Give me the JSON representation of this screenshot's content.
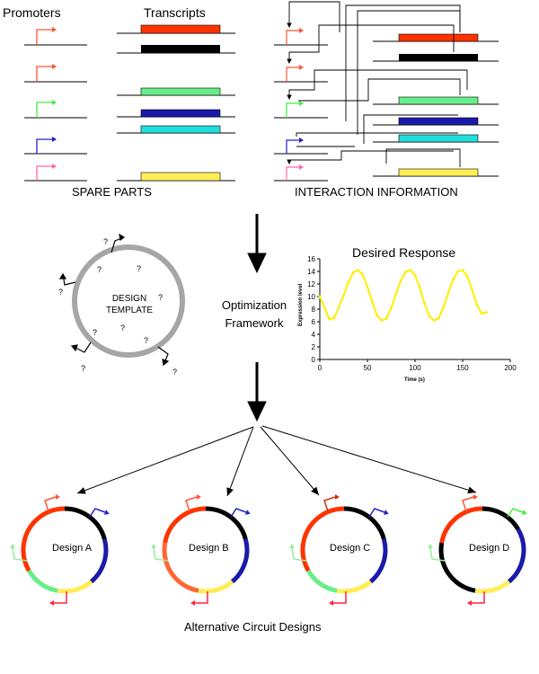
{
  "headers": {
    "promoters": "Promoters",
    "transcripts": "Transcripts"
  },
  "captions": {
    "spare_parts": "SPARE  PARTS",
    "interaction_info": "INTERACTION INFORMATION",
    "optimization": "Optimization\nFramework",
    "alternative_designs": "Alternative Circuit Designs"
  },
  "template": {
    "label_line1": "DESIGN",
    "label_line2": "TEMPLATE",
    "unknown_mark": "?"
  },
  "colors": {
    "orange": "#ff3300",
    "black": "#000000",
    "green": "#66ee88",
    "blue": "#1a1aaa",
    "cyan": "#22dddd",
    "yellow": "#ffee55",
    "promoter_orange": "#ff5533",
    "promoter_green": "#44ee44",
    "promoter_blue": "#2222cc",
    "promoter_pink": "#ff66aa",
    "response_line": "#ffee00",
    "template_ring": "#a6a6a6"
  },
  "designs": [
    {
      "label": "Design A"
    },
    {
      "label": "Design B"
    },
    {
      "label": "Design C"
    },
    {
      "label": "Design D"
    }
  ],
  "chart_data": {
    "type": "line",
    "title": "Desired Response",
    "xlabel": "Time (s)",
    "ylabel": "Expression level",
    "xlim": [
      0,
      200
    ],
    "ylim": [
      0,
      16
    ],
    "xticks": [
      0,
      50,
      100,
      150,
      200
    ],
    "yticks": [
      0,
      2,
      4,
      6,
      8,
      10,
      12,
      14,
      16
    ],
    "series": [
      {
        "x": [
          0,
          5,
          10,
          15,
          20,
          25,
          30,
          35,
          40,
          45,
          50,
          55,
          60,
          65,
          70,
          75,
          80,
          85,
          90,
          95,
          100,
          105,
          110,
          115,
          120,
          125,
          130,
          135,
          140,
          145,
          150,
          155,
          160,
          165,
          170,
          175
        ],
        "values": [
          10,
          8.2,
          6.4,
          6.6,
          8.3,
          10.2,
          12.3,
          13.8,
          14.2,
          13.5,
          11.5,
          9.2,
          7.0,
          6.2,
          6.5,
          8.2,
          10.4,
          12.5,
          13.9,
          14.2,
          13.4,
          11.4,
          8.9,
          6.9,
          6.2,
          6.6,
          8.4,
          10.6,
          12.7,
          14.0,
          14.2,
          13.2,
          11.0,
          8.7,
          7.3,
          7.5
        ]
      }
    ]
  }
}
